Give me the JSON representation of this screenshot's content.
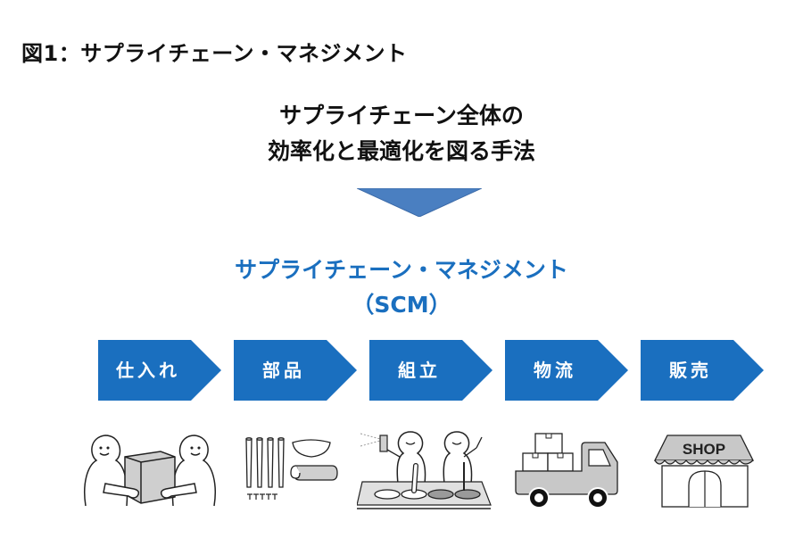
{
  "figure": {
    "title": "図1：サプライチェーン・マネジメント"
  },
  "description": {
    "line1": "サプライチェーン全体の",
    "line2": "効率化と最適化を図る手法"
  },
  "concept": {
    "name": "サプライチェーン・マネジメント",
    "abbreviation": "（SCM）",
    "color": "#1a6fbf"
  },
  "flow": {
    "arrow_color": "#4a7fc1",
    "step_color": "#1a6fbf",
    "steps": [
      {
        "label": "仕入れ",
        "icon": "purchasing-handover-icon"
      },
      {
        "label": "部品",
        "icon": "parts-icon"
      },
      {
        "label": "組立",
        "icon": "assembly-line-icon"
      },
      {
        "label": "物流",
        "icon": "delivery-truck-icon"
      },
      {
        "label": "販売",
        "icon": "shop-icon"
      }
    ]
  },
  "illustrations": {
    "shop_sign": "SHOP"
  }
}
